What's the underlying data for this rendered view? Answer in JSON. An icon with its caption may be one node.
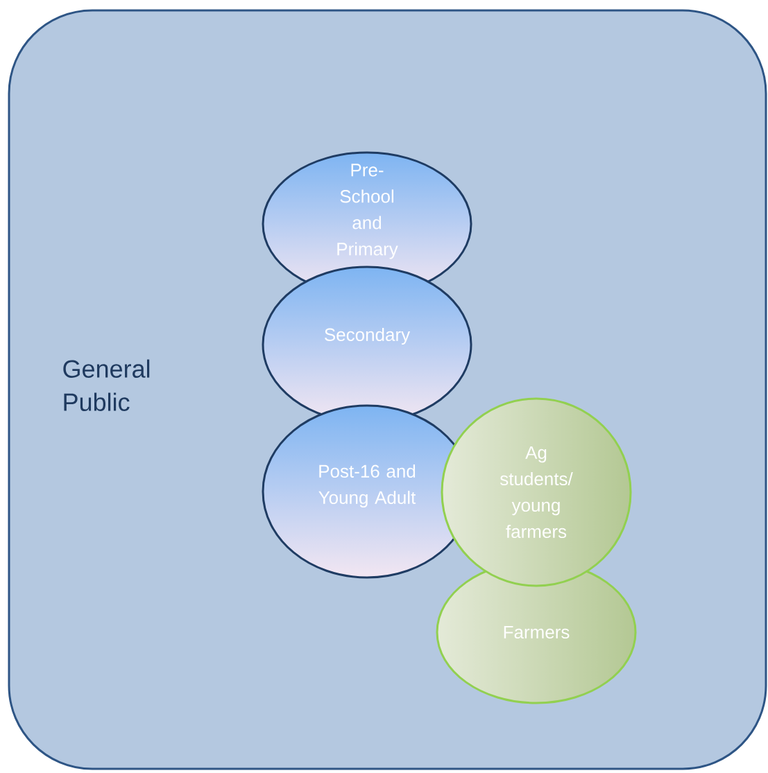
{
  "diagram": {
    "nodes": [
      {
        "text": [
          "General Public"
        ]
      },
      {
        "text": [
          "Pre-School and Primary"
        ],
        "in": 0
      },
      {
        "text": [
          "Secondary"
        ],
        "in": 0
      },
      {
        "text": [
          "Post-16 and Young Adult"
        ],
        "in": 0
      },
      {
        "text": [
          "Ag students/ young farmers"
        ],
        "in": 0
      },
      {
        "text": [
          "Farmers"
        ],
        "in": 0
      }
    ]
  }
}
